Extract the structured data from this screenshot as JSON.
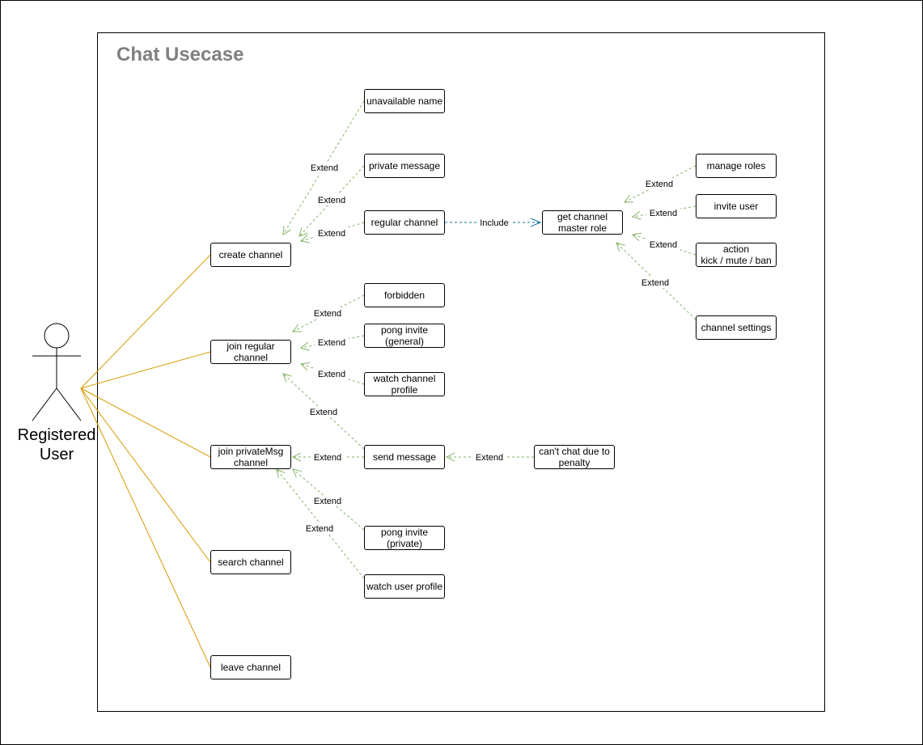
{
  "diagram": {
    "title": "Chat Usecase",
    "actor": {
      "label": "Registered\nUser"
    },
    "colors": {
      "association": "#d79b00",
      "extend": "#82b366",
      "include": "#10739e",
      "outline": "#000000",
      "title": "#808080"
    },
    "usecases": {
      "create_channel": "create channel",
      "join_regular": "join regular\nchannel",
      "join_private": "join privateMsg\nchannel",
      "search_channel": "search channel",
      "leave_channel": "leave channel",
      "unavailable_name": "unavailable name",
      "private_message": "private message",
      "regular_channel": "regular channel",
      "forbidden": "forbidden",
      "pong_invite_general": "pong invite\n(general)",
      "watch_channel_profile": "watch channel\nprofile",
      "send_message": "send message",
      "pong_invite_private": "pong invite\n(private)",
      "watch_user_profile": "watch user profile",
      "cant_chat": "can't chat due to\npenalty",
      "get_master_role": "get channel\nmaster role",
      "manage_roles": "manage roles",
      "invite_user": "invite user",
      "action": "action\nkick / mute / ban",
      "channel_settings": "channel settings"
    },
    "relations": {
      "extend": "Extend",
      "include": "Include"
    }
  }
}
